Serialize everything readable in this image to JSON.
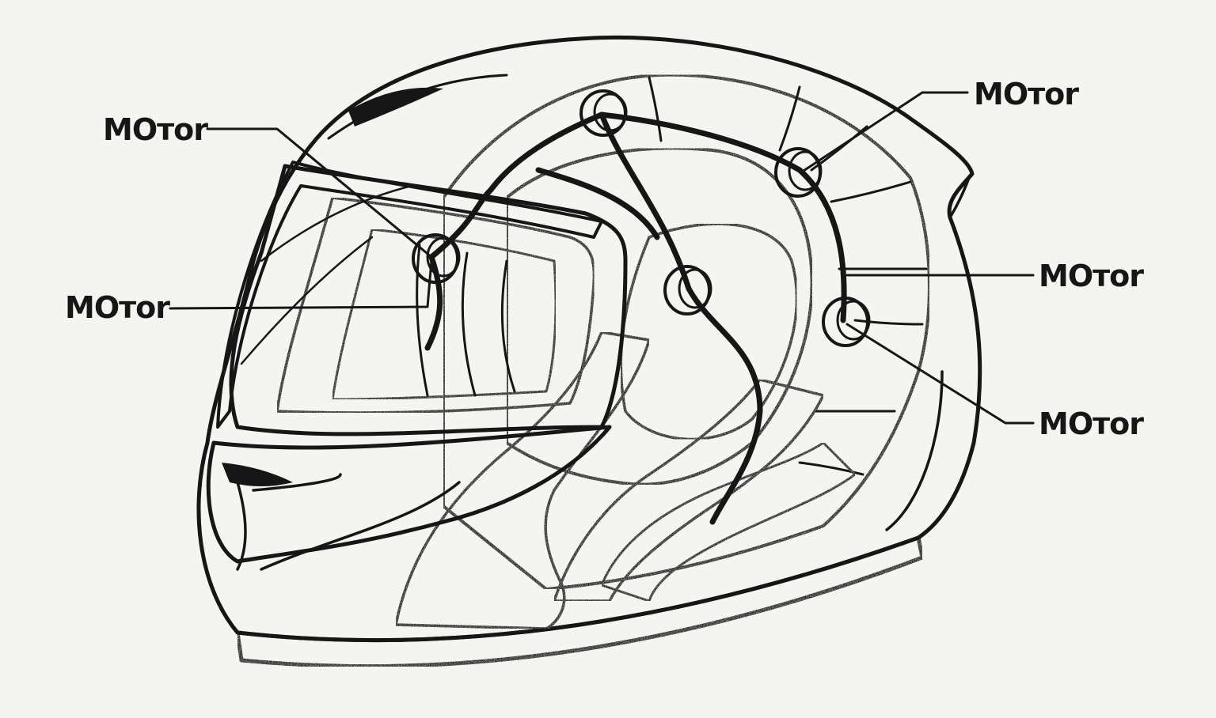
{
  "diagram": {
    "subject": "motorcycle helmet cutaway with motors",
    "colors": {
      "background": "#f4f4f1",
      "ink": "#161616",
      "shell": "#fafaf7",
      "foam_light": "#e4e4df",
      "foam_mid": "#c9c9c3",
      "foam_dark": "#a9a9a3",
      "rim": "#8d8d88"
    },
    "labels": [
      {
        "id": "motor-label-left-upper",
        "text": "MOтor"
      },
      {
        "id": "motor-label-left-lower",
        "text": "MOтor"
      },
      {
        "id": "motor-label-right-top",
        "text": "MOтor"
      },
      {
        "id": "motor-label-right-middle",
        "text": "MOтor"
      },
      {
        "id": "motor-label-right-bottom",
        "text": "MOтor"
      }
    ],
    "motor_count": 5
  }
}
